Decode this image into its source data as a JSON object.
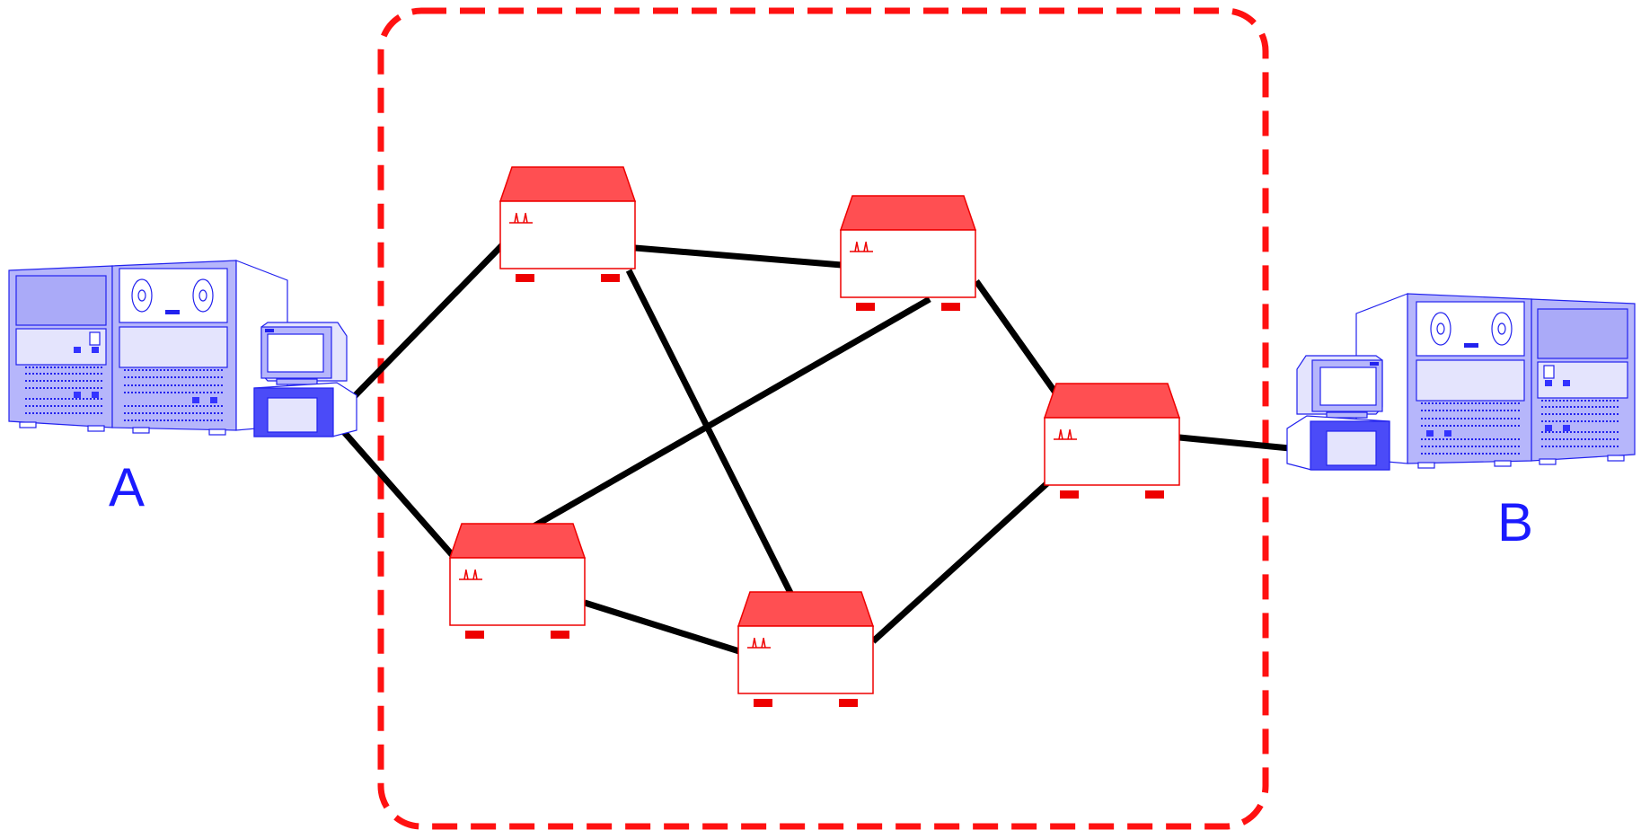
{
  "diagram": {
    "type": "network",
    "colors": {
      "cloud_border": "#ff1111",
      "link": "#000000",
      "router_roof": "#ff4f52",
      "router_outline": "#ee0000",
      "host_body": "#b6b6fb",
      "host_outline": "#2222ee",
      "label": "#1a1aff"
    },
    "hosts": [
      {
        "id": "A",
        "label": "A",
        "icon": "mainframe-host-icon"
      },
      {
        "id": "B",
        "label": "B",
        "icon": "mainframe-host-icon"
      }
    ],
    "routers": [
      {
        "id": "r1",
        "icon": "router-icon"
      },
      {
        "id": "r2",
        "icon": "router-icon"
      },
      {
        "id": "r3",
        "icon": "router-icon"
      },
      {
        "id": "r4",
        "icon": "router-icon"
      },
      {
        "id": "r5",
        "icon": "router-icon"
      }
    ],
    "links": [
      {
        "from": "A",
        "to": "r1"
      },
      {
        "from": "A",
        "to": "r4"
      },
      {
        "from": "r1",
        "to": "r2"
      },
      {
        "from": "r1",
        "to": "r5"
      },
      {
        "from": "r2",
        "to": "r3"
      },
      {
        "from": "r2",
        "to": "r4"
      },
      {
        "from": "r4",
        "to": "r5"
      },
      {
        "from": "r5",
        "to": "r3"
      },
      {
        "from": "r3",
        "to": "B"
      }
    ]
  }
}
